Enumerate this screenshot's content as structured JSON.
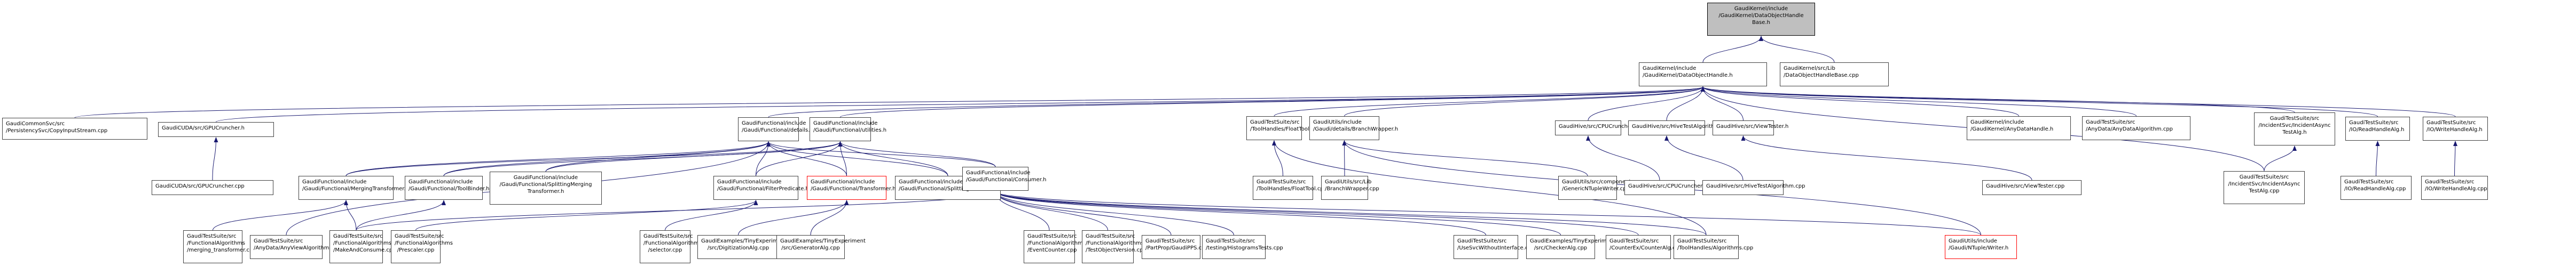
{
  "colors": {
    "edge": "#191970",
    "root_fill": "#bfbfbf",
    "node_border": "#404040",
    "highlight_border": "#ff0000"
  },
  "nodes": [
    {
      "id": "root",
      "label": "GaudiKernel/include\n/GaudiKernel/DataObjectHandle\nBase.h",
      "kind": "root"
    },
    {
      "id": "doh",
      "label": "GaudiKernel/include\n/GaudiKernel/DataObjectHandle.h"
    },
    {
      "id": "dohb_cpp",
      "label": "GaudiKernel/src/Lib\n/DataObjectHandleBase.cpp"
    },
    {
      "id": "copyinput",
      "label": "GaudiCommonSvc/src\n/PersistencySvc/CopyInputStream.cpp"
    },
    {
      "id": "gpu_h",
      "label": "GaudiCUDA/src/GPUCruncher.h"
    },
    {
      "id": "gpu_cpp",
      "label": "GaudiCUDA/src/GPUCruncher.cpp"
    },
    {
      "id": "details",
      "label": "GaudiFunctional/include\n/Gaudi/Functional/details.h"
    },
    {
      "id": "utilities",
      "label": "GaudiFunctional/include\n/Gaudi/Functional/utilities.h"
    },
    {
      "id": "merging",
      "label": "GaudiFunctional/include\n/Gaudi/Functional/MergingTransformer.h"
    },
    {
      "id": "toolbinder",
      "label": "GaudiFunctional/include\n/Gaudi/Functional/ToolBinder.h"
    },
    {
      "id": "splitmerge",
      "label": "GaudiFunctional/include\n/Gaudi/Functional/SplittingMerging\nTransformer.h",
      "center": true
    },
    {
      "id": "filterpred",
      "label": "GaudiFunctional/include\n/Gaudi/Functional/FilterPredicate.h"
    },
    {
      "id": "transformer",
      "label": "GaudiFunctional/include\n/Gaudi/Functional/Transformer.h",
      "kind": "red"
    },
    {
      "id": "splitting",
      "label": "GaudiFunctional/include\n/Gaudi/Functional/SplittingTransformer.h"
    },
    {
      "id": "consumer",
      "label": "GaudiFunctional/include\n/Gaudi/Functional/Consumer.h"
    },
    {
      "id": "floattool_h",
      "label": "GaudiTestSuite/src\n/ToolHandles/FloatTool.h"
    },
    {
      "id": "floattool_cpp",
      "label": "GaudiTestSuite/src\n/ToolHandles/FloatTool.cpp"
    },
    {
      "id": "branchwrap_h",
      "label": "GaudiUtils/include\n/Gaudi/details/BranchWrapper.h"
    },
    {
      "id": "branchwrap_cpp",
      "label": "GaudiUtils/src/Lib\n/BranchWrapper.cpp"
    },
    {
      "id": "genntuple",
      "label": "GaudiUtils/src/component\n/GenericNTupleWriter.cpp"
    },
    {
      "id": "cpu_h",
      "label": "GaudiHive/src/CPUCruncher.h"
    },
    {
      "id": "cpu_cpp",
      "label": "GaudiHive/src/CPUCruncher.cpp"
    },
    {
      "id": "hivetest_h",
      "label": "GaudiHive/src/HiveTestAlgorithm.h"
    },
    {
      "id": "hivetest_cpp",
      "label": "GaudiHive/src/HiveTestAlgorithm.cpp"
    },
    {
      "id": "viewtester_h",
      "label": "GaudiHive/src/ViewTester.h"
    },
    {
      "id": "viewtester_cpp",
      "label": "GaudiHive/src/ViewTester.cpp"
    },
    {
      "id": "anydatahandle",
      "label": "GaudiKernel/include\n/GaudiKernel/AnyDataHandle.h"
    },
    {
      "id": "anydataalg",
      "label": "GaudiTestSuite/src\n/AnyData/AnyDataAlgorithm.cpp"
    },
    {
      "id": "incident_h",
      "label": "GaudiTestSuite/src\n/IncidentSvc/IncidentAsync\nTestAlg.h",
      "center": true
    },
    {
      "id": "incident_cpp",
      "label": "GaudiTestSuite/src\n/IncidentSvc/IncidentAsync\nTestAlg.cpp",
      "center": true
    },
    {
      "id": "readhandle_h",
      "label": "GaudiTestSuite/src\n/IO/ReadHandleAlg.h"
    },
    {
      "id": "readhandle_cpp",
      "label": "GaudiTestSuite/src\n/IO/ReadHandleAlg.cpp"
    },
    {
      "id": "writehandle_h",
      "label": "GaudiTestSuite/src\n/IO/WriteHandleAlg.h"
    },
    {
      "id": "writehandle_cpp",
      "label": "GaudiTestSuite/src\n/IO/WriteHandleAlg.cpp"
    },
    {
      "id": "merging_cpp",
      "label": "GaudiTestSuite/src\n/FunctionalAlgorithms\n/merging_transformer.cpp"
    },
    {
      "id": "anyview",
      "label": "GaudiTestSuite/src\n/AnyData/AnyViewAlgorithm.cpp"
    },
    {
      "id": "makeconsume",
      "label": "GaudiTestSuite/src\n/FunctionalAlgorithms\n/MakeAndConsume.cpp"
    },
    {
      "id": "prescaler",
      "label": "GaudiTestSuite/src\n/FunctionalAlgorithms\n/Prescaler.cpp",
      "center": true
    },
    {
      "id": "selector",
      "label": "GaudiTestSuite/src\n/FunctionalAlgorithms\n/selector.cpp",
      "center": true
    },
    {
      "id": "digitization",
      "label": "GaudiExamples/TinyExperiment\n/src/DigitizationAlg.cpp",
      "center": true
    },
    {
      "id": "generator",
      "label": "GaudiExamples/TinyExperiment\n/src/GeneratorAlg.cpp",
      "center": true
    },
    {
      "id": "eventcounter",
      "label": "GaudiTestSuite/src\n/FunctionalAlgorithms\n/EventCounter.cpp",
      "center": true
    },
    {
      "id": "testobjver",
      "label": "GaudiTestSuite/src\n/FunctionalAlgorithms\n/TestObjectVersion.cpp"
    },
    {
      "id": "gaudipps",
      "label": "GaudiTestSuite/src\n/PartProp/GaudiPPS.cpp"
    },
    {
      "id": "histtests",
      "label": "GaudiTestSuite/src\n/testing/HistogramsTests.cpp"
    },
    {
      "id": "usesvc",
      "label": "GaudiTestSuite/src\n/UseSvcWithoutInterface.cpp"
    },
    {
      "id": "checker",
      "label": "GaudiExamples/TinyExperiment\n/src/CheckerAlg.cpp",
      "center": true
    },
    {
      "id": "counteralg",
      "label": "GaudiTestSuite/src\n/CounterEx/CounterAlg.cpp"
    },
    {
      "id": "toolalgs",
      "label": "GaudiTestSuite/src\n/ToolHandles/Algorithms.cpp"
    },
    {
      "id": "ntuplewriter",
      "label": "GaudiUtils/include\n/Gaudi/NTuple/Writer.h",
      "kind": "red"
    }
  ]
}
